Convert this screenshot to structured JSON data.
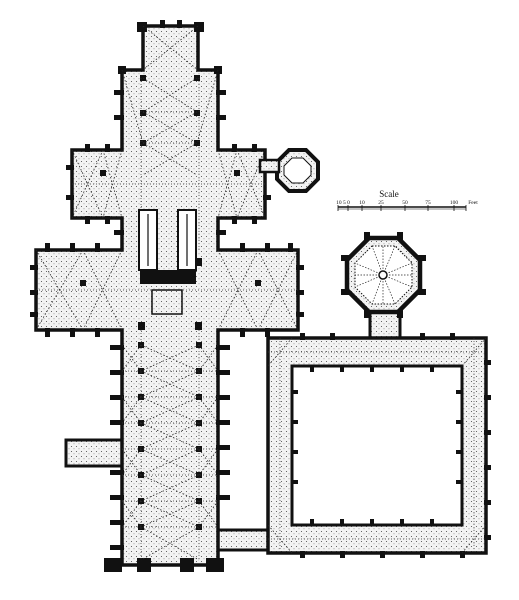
{
  "scale": {
    "title": "Scale",
    "start_label": "10 5 0",
    "ticks": [
      "10",
      "25",
      "50",
      "75",
      "100"
    ],
    "unit": "Feet"
  }
}
